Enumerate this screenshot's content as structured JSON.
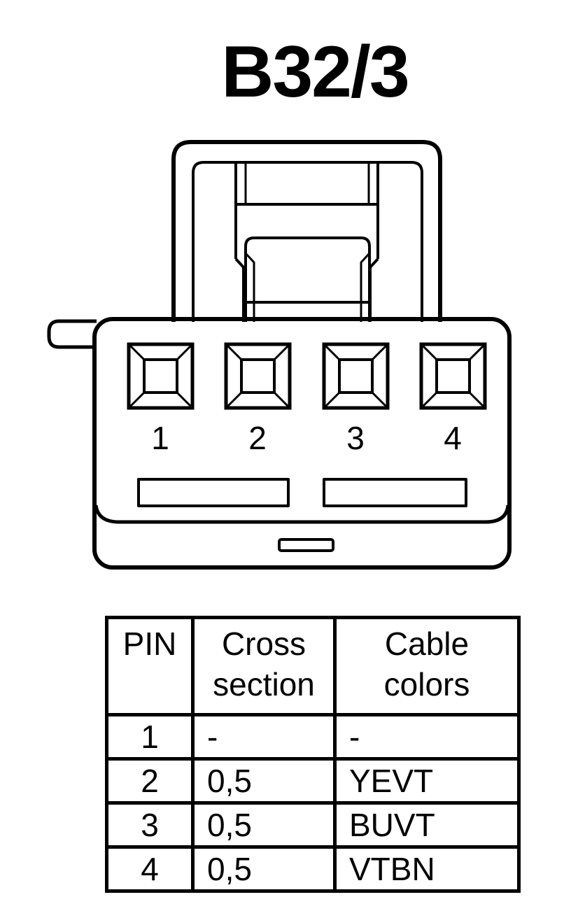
{
  "title": "B32/3",
  "pin_labels": [
    "1",
    "2",
    "3",
    "4"
  ],
  "table": {
    "headers": {
      "pin": "PIN",
      "cross_section": [
        "Cross",
        "section"
      ],
      "cable_colors": [
        "Cable",
        "colors"
      ]
    },
    "rows": [
      {
        "pin": "1",
        "cross_section": "-",
        "cable_color": "-"
      },
      {
        "pin": "2",
        "cross_section": "0,5",
        "cable_color": "YEVT"
      },
      {
        "pin": "3",
        "cross_section": "0,5",
        "cable_color": "BUVT"
      },
      {
        "pin": "4",
        "cross_section": "0,5",
        "cable_color": "VTBN"
      }
    ]
  }
}
